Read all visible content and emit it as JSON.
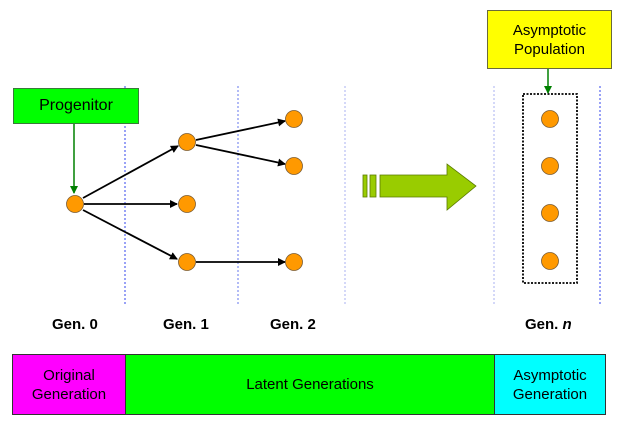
{
  "diagram": {
    "progenitor_label": "Progenitor",
    "asymptotic_population_label_line1": "Asymptotic",
    "asymptotic_population_label_line2": "Population",
    "generations": {
      "gen0": "Gen. 0",
      "gen1": "Gen. 1",
      "gen2": "Gen. 2",
      "genn_prefix": "Gen. ",
      "genn_var": "n"
    },
    "bands": {
      "original_line1": "Original",
      "original_line2": "Generation",
      "latent": "Latent Generations",
      "asymptotic_line1": "Asymptotic",
      "asymptotic_line2": "Generation"
    },
    "colors": {
      "node_fill": "#FF9900",
      "progenitor_box": "#00FF00",
      "asymptotic_box": "#FFFF00",
      "arrow_green": "#99CC00",
      "band_original": "#FF00FF",
      "band_latent": "#00FF00",
      "band_asymptotic": "#00FFFF",
      "separator_blue": "#0000FF"
    }
  }
}
